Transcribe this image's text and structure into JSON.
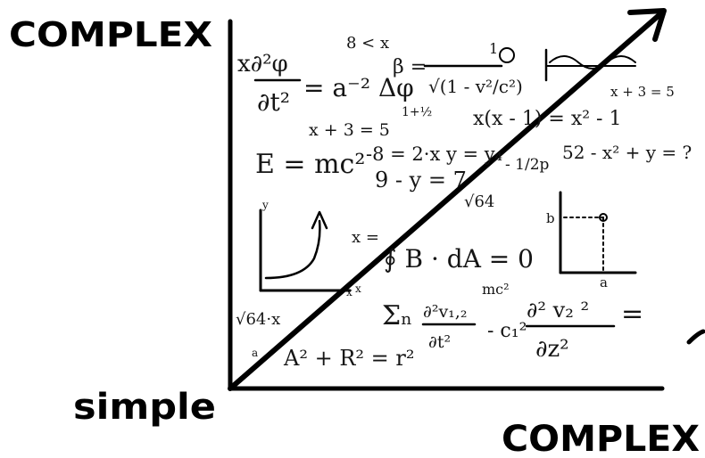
{
  "labels": {
    "y_axis_top": "COMPLEX",
    "origin": "simple",
    "x_axis_right": "COMPLEX"
  },
  "scribbles": {
    "wave_eq_lhs": "x∂²φ",
    "wave_eq_den": "∂t²",
    "wave_eq_rhs": "= a⁻² Δφ",
    "ineq": "8 < x",
    "beta": "β =",
    "beta_den": "√(1 - v²/c²)",
    "beta_num": "1",
    "x_plus_3_a": "x + 3 = 5",
    "frac_half": "1+½",
    "x_expand": "x(x - 1) = x² - 1",
    "emc2": "E = mc²",
    "eq_minus8": "-8 = 2·x",
    "eq_y": "y = y₄",
    "eq_frac": "- 1/2p",
    "eq_52": "52 - x² + y = ?",
    "eq_9y": "9 - y = 7",
    "sqrt64": "√64",
    "x_plus_3_b": "x + 3 = 5",
    "graph1_y": "y",
    "graph1_x": "x",
    "x_eq": "x = ",
    "gauss": "∮ B · dA = 0",
    "graph2_b": "b",
    "graph2_a": "a",
    "sum_sym": "Σₙ",
    "mc2": "mc²",
    "pde_lhs_num": "∂²v₁,₂",
    "pde_lhs_den": "∂t²",
    "pde_mid": "- c₁²",
    "pde_rhs_num": "∂² v₂ ²",
    "pde_rhs_den": "∂z²",
    "pde_eq": "=",
    "sqrt_expr": "√64·x",
    "circle_eq": "A² + R² = r²",
    "small_a": "a",
    "small_x": "x"
  }
}
